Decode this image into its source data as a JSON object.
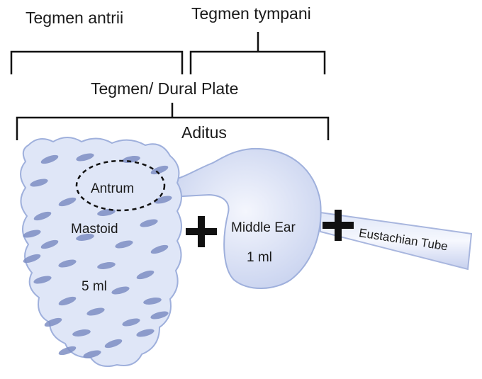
{
  "labels": {
    "tegmen_antrii": "Tegmen antrii",
    "tegmen_tympani": "Tegmen tympani",
    "tegmen_dural_plate": "Tegmen/ Dural Plate",
    "aditus": "Aditus",
    "antrum": "Antrum",
    "mastoid": "Mastoid",
    "mastoid_volume": "5 ml",
    "middle_ear": "Middle Ear",
    "middle_ear_volume": "1 ml",
    "eustachian_tube": "Eustachian Tube"
  },
  "colors": {
    "fill": "#dfe6f7",
    "fill_light": "#f2f5fc",
    "cells": "#7e8fc4",
    "outline": "#9fb0dc",
    "ink": "#111111"
  }
}
